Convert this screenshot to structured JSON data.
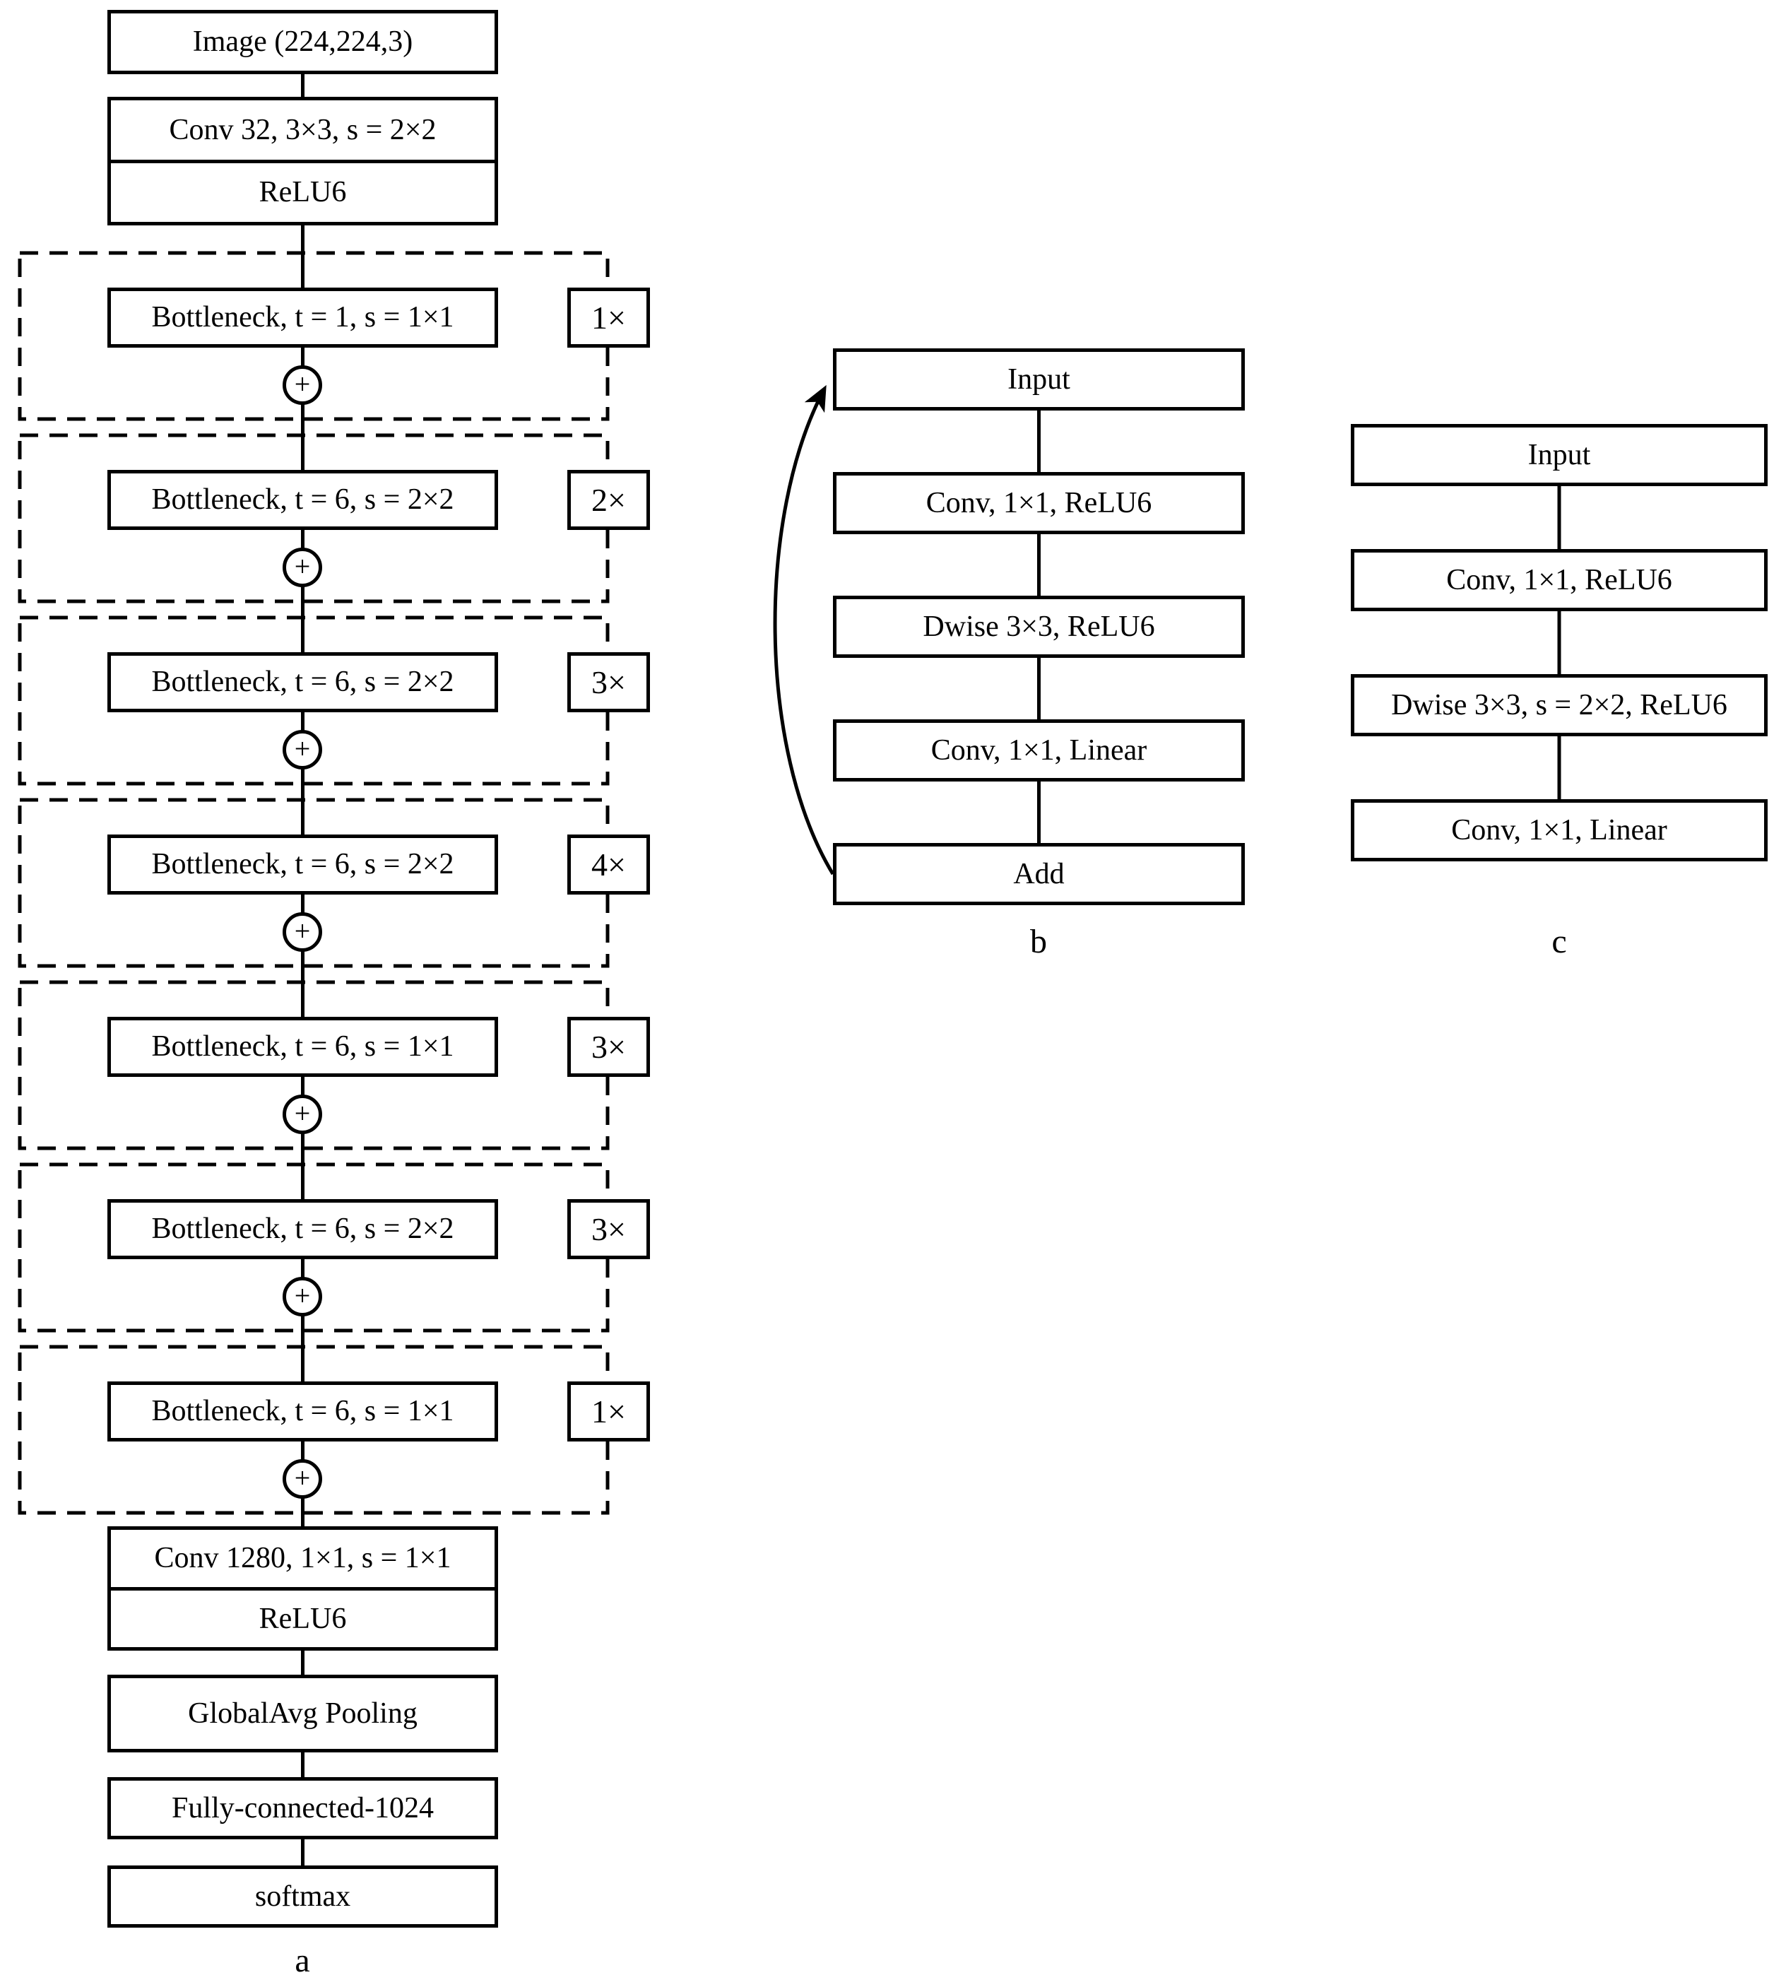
{
  "figure": {
    "panel_a": {
      "label": "a",
      "image_box": "Image (224,224,3)",
      "conv_box": "Conv 32, 3×3, s = 2×2",
      "conv_relu": "ReLU6",
      "plus_symbol": "+",
      "bottlenecks": [
        {
          "label": "Bottleneck, t = 1, s = 1×1",
          "repeat": "1×"
        },
        {
          "label": "Bottleneck, t = 6, s = 2×2",
          "repeat": "2×"
        },
        {
          "label": "Bottleneck, t = 6, s = 2×2",
          "repeat": "3×"
        },
        {
          "label": "Bottleneck, t = 6, s = 2×2",
          "repeat": "4×"
        },
        {
          "label": "Bottleneck, t = 6, s = 1×1",
          "repeat": "3×"
        },
        {
          "label": "Bottleneck, t = 6, s = 2×2",
          "repeat": "3×"
        },
        {
          "label": "Bottleneck, t = 6, s = 1×1",
          "repeat": "1×"
        }
      ],
      "conv1280_box": "Conv 1280, 1×1, s = 1×1",
      "conv1280_relu": "ReLU6",
      "pool_box": "GlobalAvg Pooling",
      "fc_box": "Fully-connected-1024",
      "softmax_box": "softmax"
    },
    "panel_b": {
      "label": "b",
      "boxes": [
        "Input",
        "Conv, 1×1, ReLU6",
        "Dwise 3×3, ReLU6",
        "Conv, 1×1, Linear",
        "Add"
      ]
    },
    "panel_c": {
      "label": "c",
      "boxes": [
        "Input",
        "Conv, 1×1, ReLU6",
        "Dwise 3×3, s = 2×2, ReLU6",
        "Conv, 1×1, Linear"
      ]
    },
    "colors": {
      "ink": "#000000",
      "background": "#ffffff"
    }
  }
}
